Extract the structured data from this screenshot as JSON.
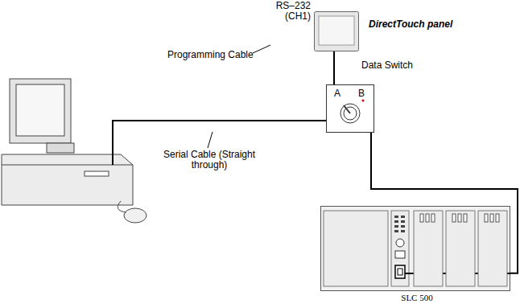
{
  "diagram": {
    "nodes": [
      {
        "text": [
          "RS–232 (CH1)",
          "DirectTouch panel"
        ]
      },
      {
        "text": [
          "Data Switch",
          "A",
          "B"
        ]
      },
      {
        "text": [
          "SLC 500"
        ]
      }
    ],
    "edges": [
      {
        "from": 0,
        "to": 1,
        "arrow": "none"
      },
      {
        "from": 1,
        "to": 2,
        "arrow": "none"
      }
    ],
    "labels": [
      "Programming Cable",
      "Serial Cable (Straight through)"
    ]
  }
}
